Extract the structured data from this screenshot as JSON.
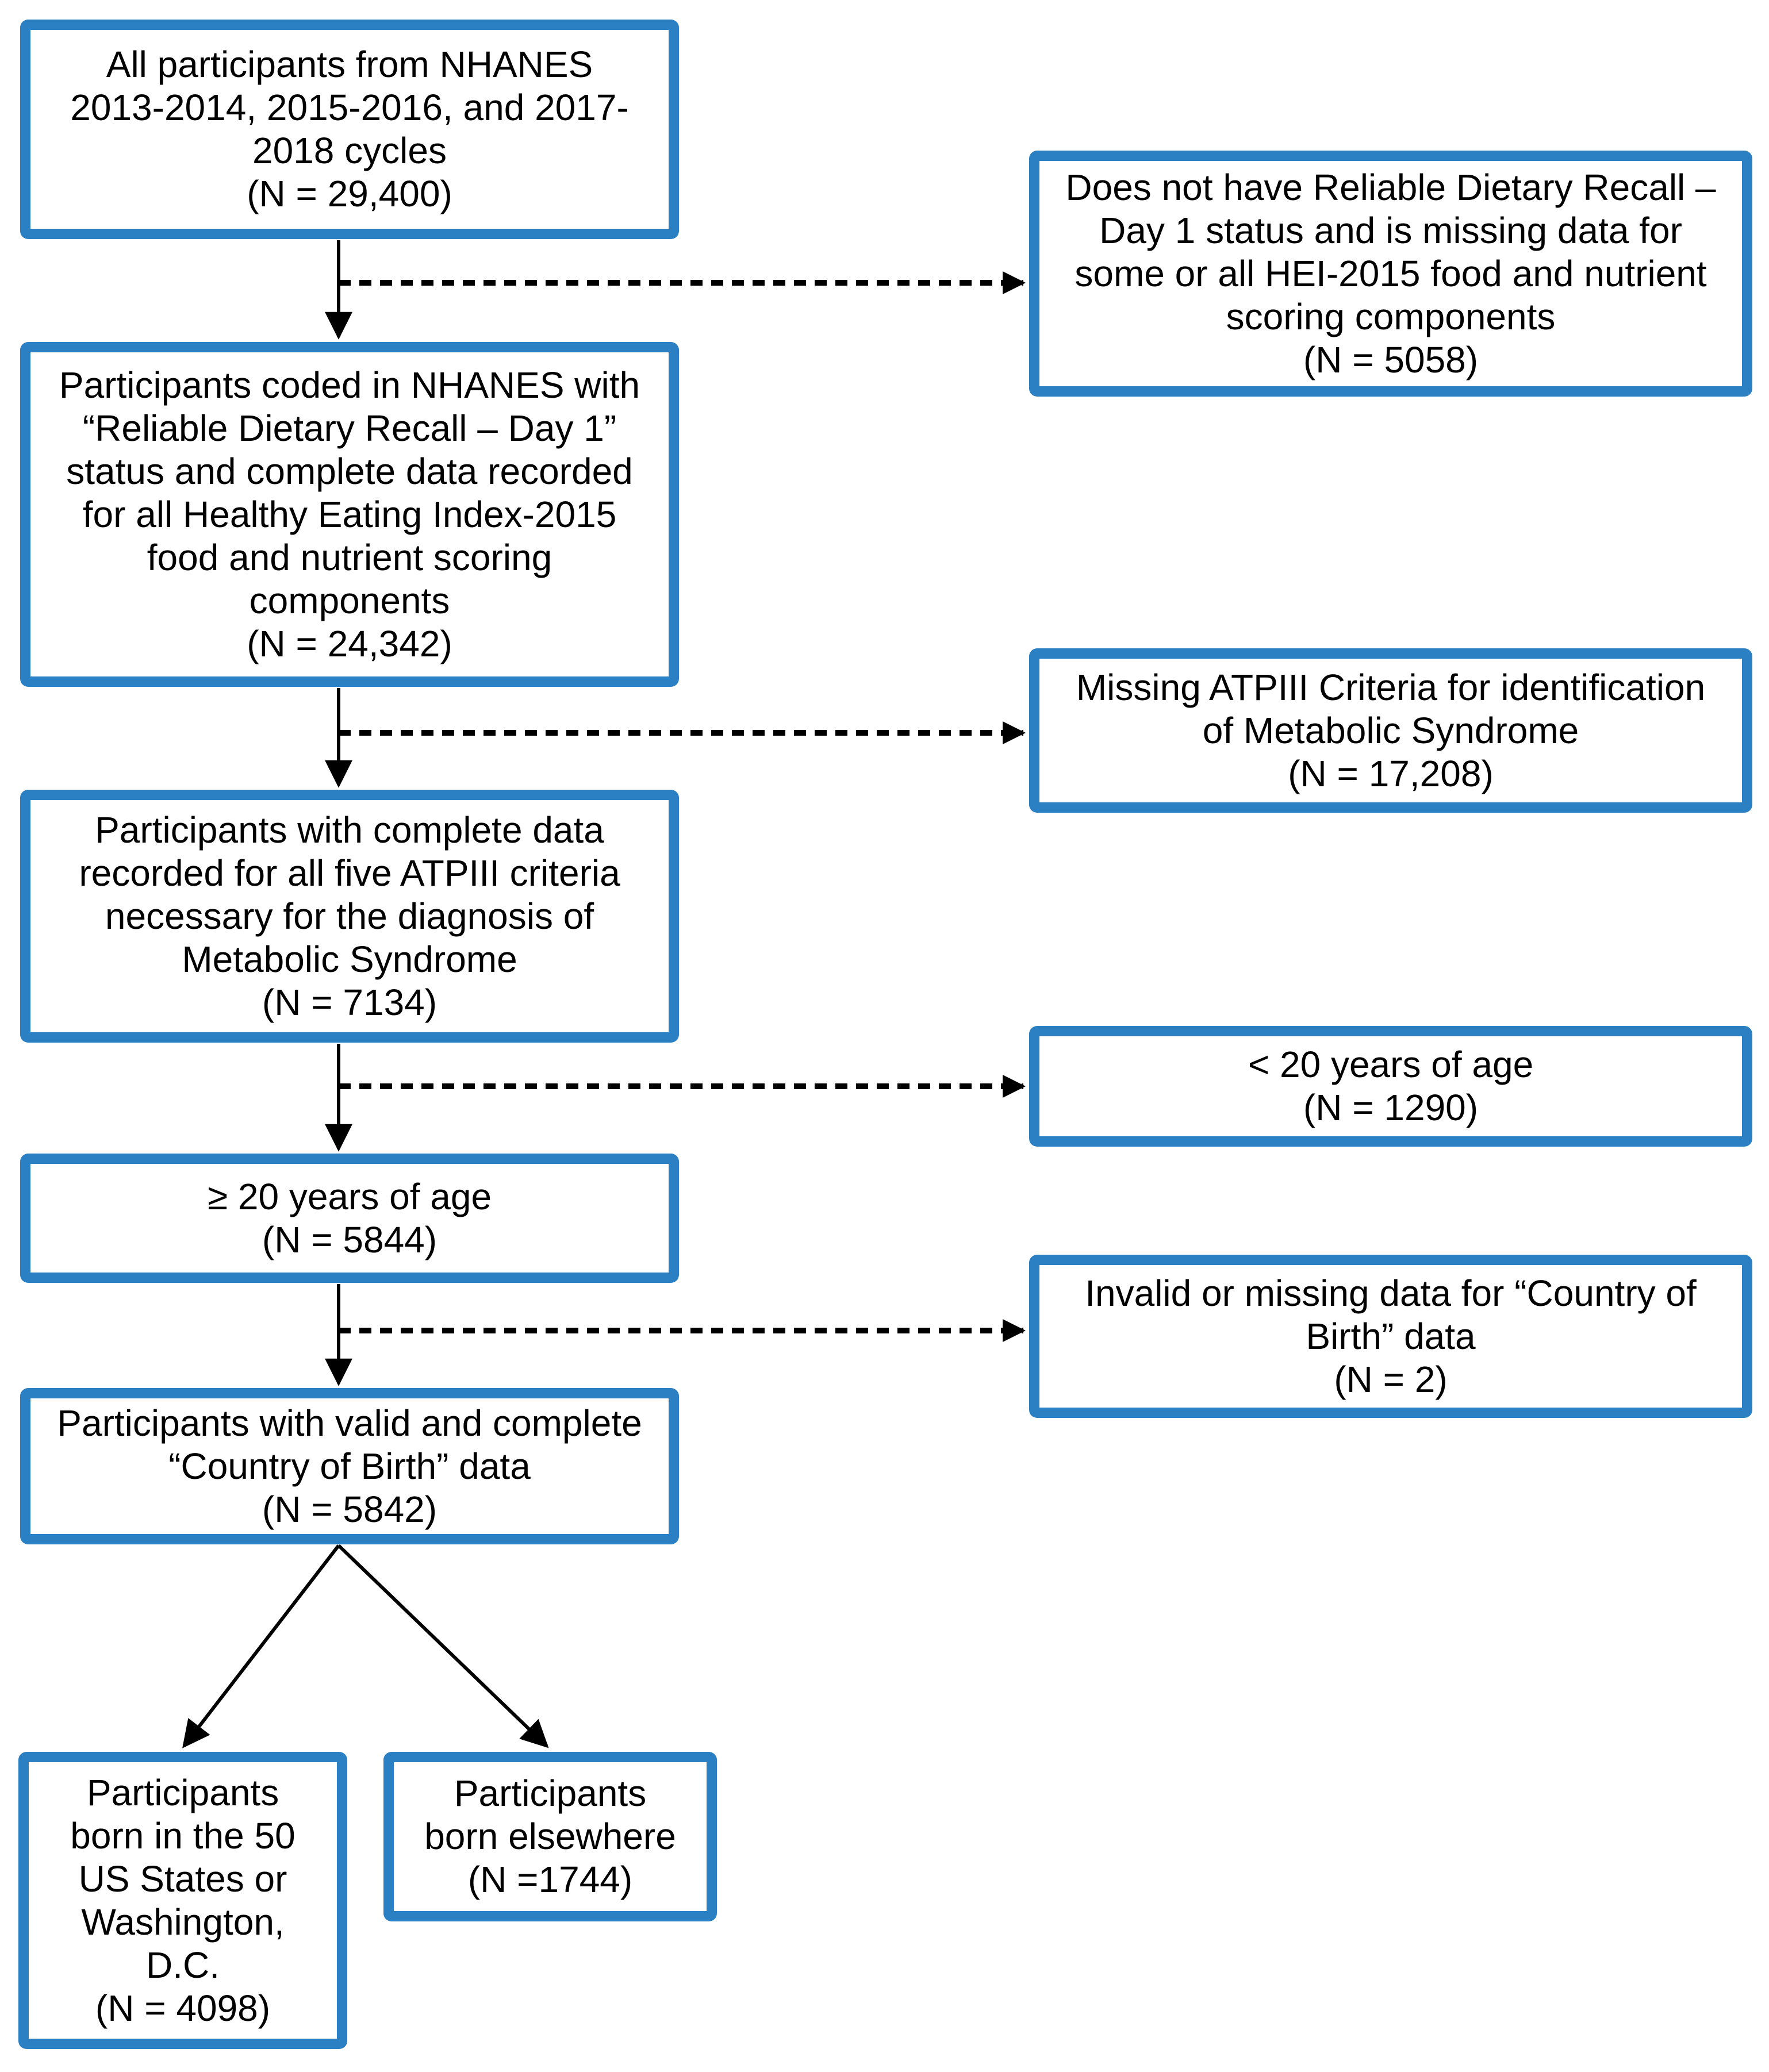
{
  "colors": {
    "box_border": "#2B80C3",
    "arrow": "#000000",
    "text": "#000000",
    "background": "#FFFFFF"
  },
  "main_flow": [
    {
      "label": "All participants from NHANES\n2013-2014, 2015-2016, and 2017-\n2018 cycles",
      "n": "(N = 29,400)"
    },
    {
      "label": "Participants coded in NHANES with\n“Reliable Dietary Recall – Day 1”\nstatus and complete data recorded\nfor all Healthy Eating Index-2015\nfood and nutrient scoring\ncomponents",
      "n": "(N = 24,342)"
    },
    {
      "label": "Participants with complete data\nrecorded for all five ATPIII criteria\nnecessary for the diagnosis of\nMetabolic Syndrome",
      "n": "(N = 7134)"
    },
    {
      "label": "≥ 20 years of age",
      "n": "(N = 5844)"
    },
    {
      "label": "Participants with valid and complete\n“Country of Birth” data",
      "n": "(N = 5842)"
    }
  ],
  "exclusions": [
    {
      "label": "Does not have Reliable Dietary Recall –\nDay 1 status and is missing data for\nsome or all HEI-2015 food and nutrient\nscoring components",
      "n": "(N = 5058)"
    },
    {
      "label": "Missing ATPIII Criteria for identification\nof Metabolic Syndrome",
      "n": "(N = 17,208)"
    },
    {
      "label": "< 20 years of age",
      "n": "(N = 1290)"
    },
    {
      "label": "Invalid or missing data for “Country of\nBirth” data",
      "n": "(N = 2)"
    }
  ],
  "outcomes": [
    {
      "label": "Participants\nborn in the 50\nUS States or\nWashington,\nD.C.",
      "n": "(N = 4098)"
    },
    {
      "label": "Participants\nborn elsewhere",
      "n": "(N =1744)"
    }
  ]
}
